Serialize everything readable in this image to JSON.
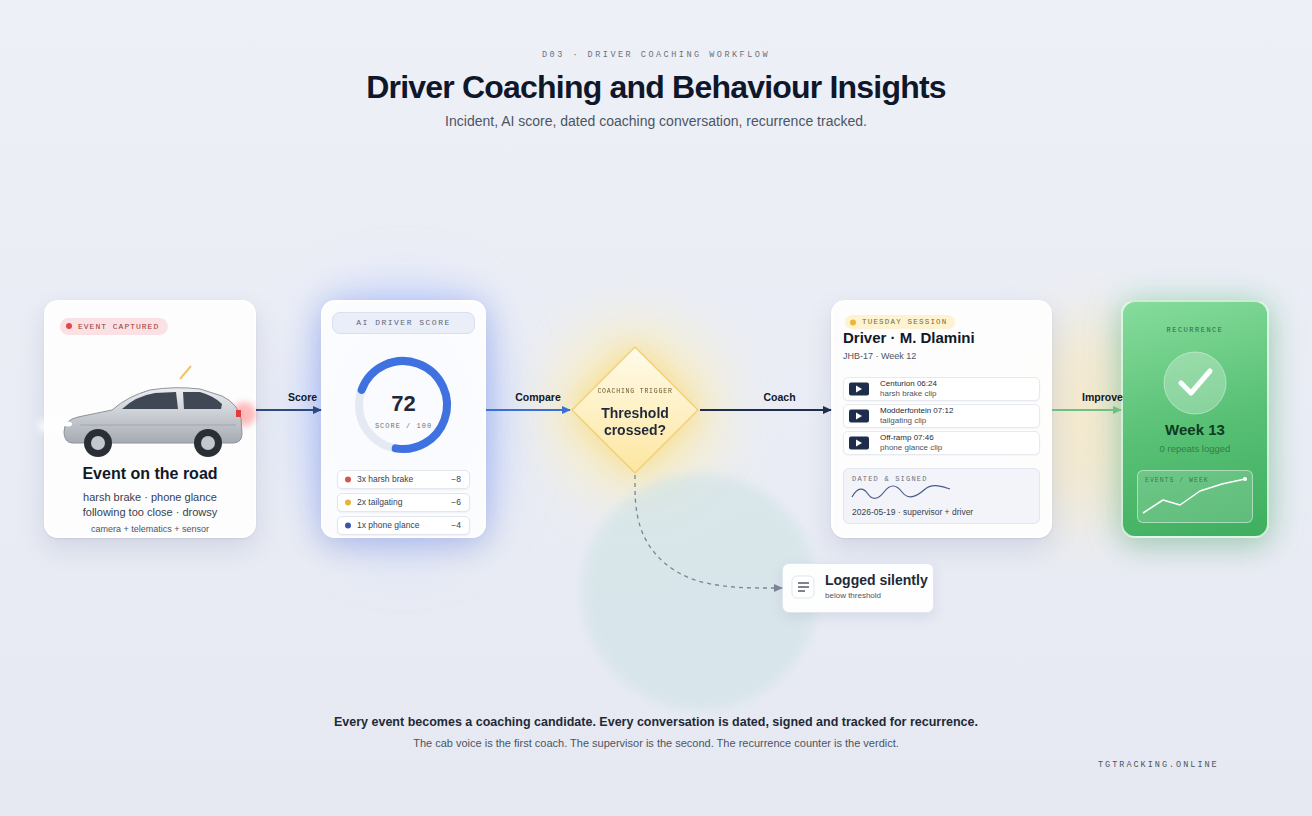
{
  "diagram": {
    "title": "Driver Coaching and Behaviour Insights",
    "caption": "Every event becomes a coaching candidate. Every conversation is dated, signed and tracked for recurrence.",
    "nodes": [
      {
        "text": [
          "EVENT CAPTURED",
          "Event on the road",
          "harsh brake · phone glance following too close · drowsy",
          "camera + telematics + sensor"
        ]
      },
      {
        "text": [
          "AI DRIVER SCORE",
          "72",
          "SCORE / 100"
        ]
      },
      {
        "text": [
          "3x harsh brake",
          "−8"
        ],
        "in": 1
      },
      {
        "text": [
          "2x tailgating",
          "−6"
        ],
        "in": 1
      },
      {
        "text": [
          "1x phone glance",
          "−4"
        ],
        "in": 1
      },
      {
        "text": [
          "COACHING TRIGGER",
          "Threshold crossed?"
        ]
      },
      {
        "text": [
          "TUESDAY SESSION",
          "Driver · M. Dlamini",
          "JHB-17 · Week 12"
        ]
      },
      {
        "text": [
          "Centurion 06:24",
          "harsh brake clip"
        ],
        "in": 6
      },
      {
        "text": [
          "Modderfontein 07:12",
          "tailgating clip"
        ],
        "in": 6
      },
      {
        "text": [
          "Off-ramp 07:46",
          "phone glance clip"
        ],
        "in": 6
      },
      {
        "text": [
          "DATED & SIGNED",
          "2026-05-19 · supervisor + driver"
        ],
        "in": 6
      },
      {
        "text": [
          "RECURRENCE",
          "Week 13",
          "0 repeats logged"
        ]
      },
      {
        "text": [
          "EVENTS / WEEK"
        ],
        "in": 11
      },
      {
        "text": [
          "Logged silently",
          "below threshold"
        ]
      }
    ],
    "edges": [
      {
        "from": 0,
        "to": 1,
        "label": "Score",
        "arrow": "to"
      },
      {
        "from": 1,
        "to": 5,
        "label": "Compare",
        "arrow": "to"
      },
      {
        "from": 5,
        "to": 6,
        "label": "Coach",
        "arrow": "to"
      },
      {
        "from": 6,
        "to": 11,
        "label": "Improve",
        "arrow": "to"
      },
      {
        "from": 5,
        "to": 13,
        "arrow": "to"
      }
    ],
    "labels": [
      "D03 · DRIVER COACHING WORKFLOW",
      "Incident, AI score, dated coaching conversation, recurrence tracked.",
      "The cab voice is the first coach. The supervisor is the second. The recurrence counter is the verdict.",
      "TGTRACKING.ONLINE"
    ]
  }
}
